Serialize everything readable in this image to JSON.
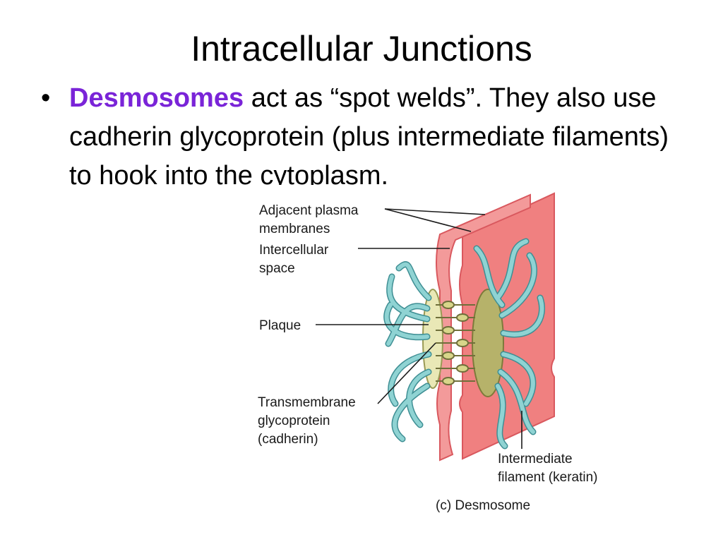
{
  "slide": {
    "title": "Intracellular Junctions",
    "bullet_symbol": "•",
    "bullet_term": "Desmosomes",
    "bullet_rest": "act as “spot welds”.  They also use cadherin  glycoprotein (plus intermediate filaments) to hook into the cytoplasm."
  },
  "colors": {
    "term": "#7a24d8",
    "membrane": "#f08080",
    "membrane_edge": "#d9585e",
    "plaque": "#9a9a55",
    "filament": "#7cc6c6",
    "filament_edge": "#3f8f94"
  },
  "figure": {
    "labels": {
      "adjacent_1": "Adjacent plasma",
      "adjacent_2": "membranes",
      "intercellular_1": "Intercellular",
      "intercellular_2": "space",
      "plaque": "Plaque",
      "transmembrane_1": "Transmembrane",
      "transmembrane_2": "glycoprotein",
      "transmembrane_3": "(cadherin)",
      "filament_1": "Intermediate",
      "filament_2": "filament (keratin)",
      "caption": "(c) Desmosome"
    }
  }
}
